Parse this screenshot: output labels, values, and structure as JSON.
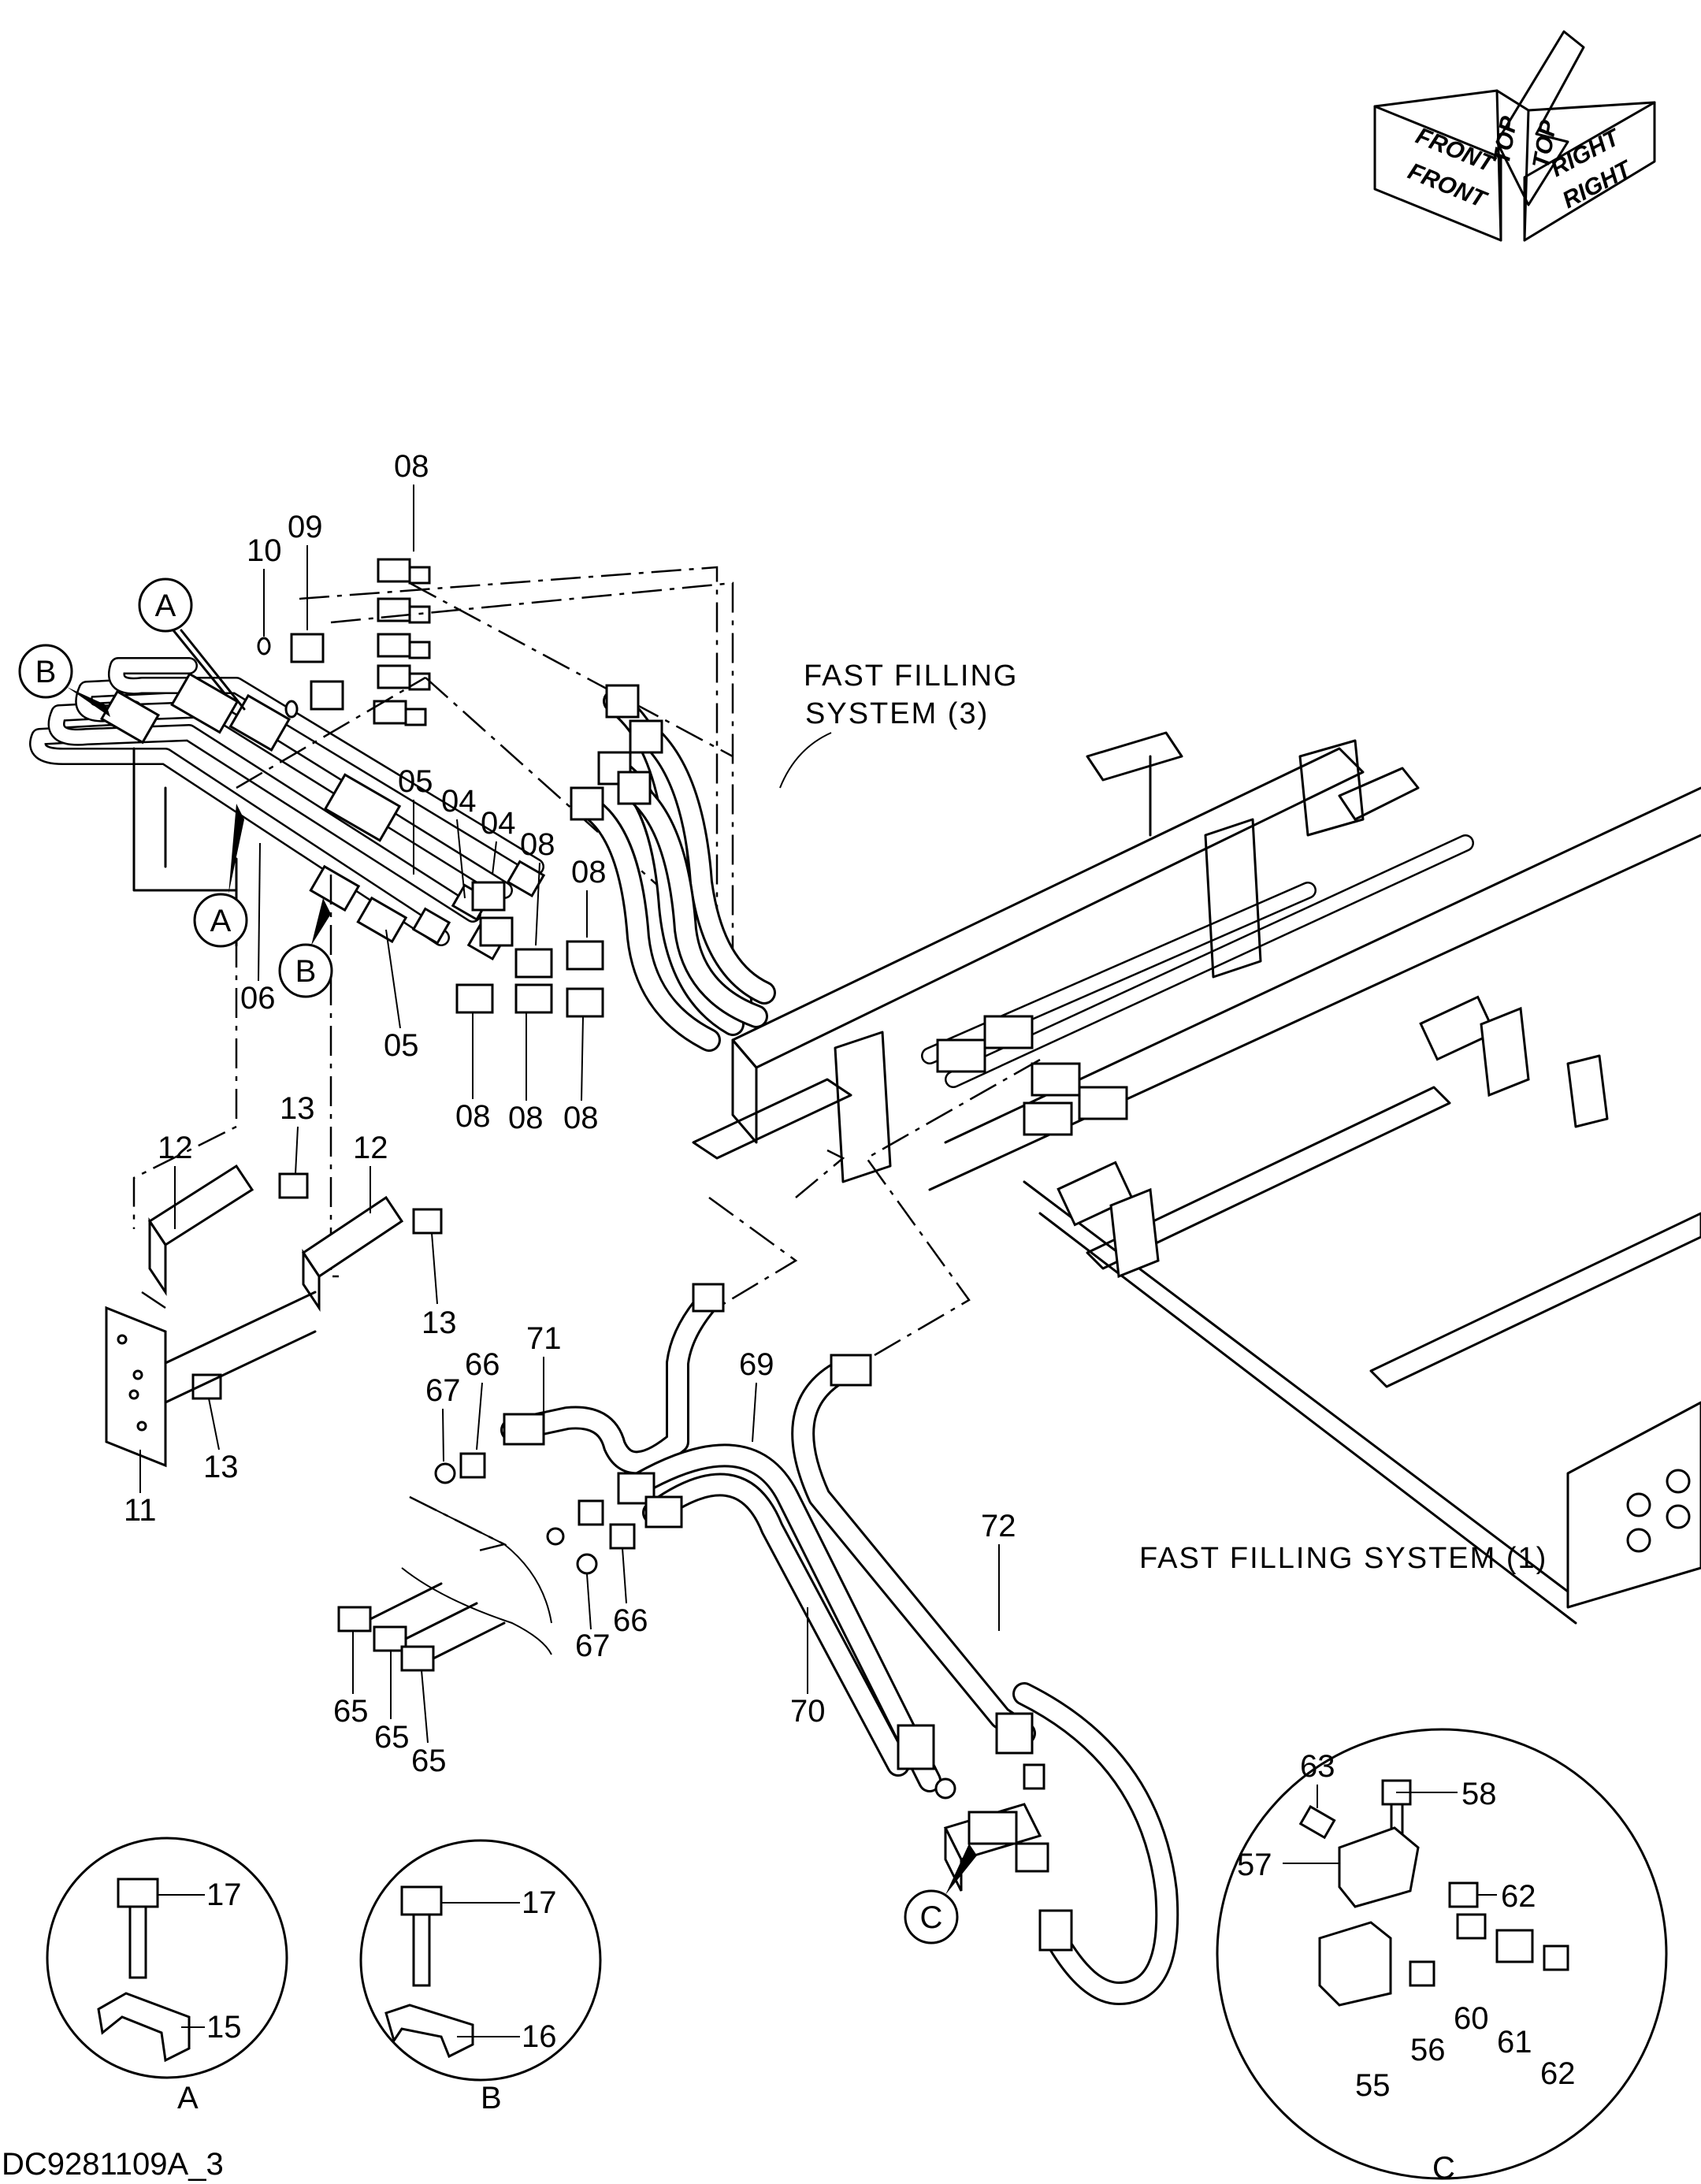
{
  "orientation": {
    "labels": [
      "FRONT",
      "FRONT",
      "TOP",
      "TOP",
      "RIGHT",
      "RIGHT"
    ]
  },
  "callouts": {
    "fast_filling_3": [
      "FAST FILLING",
      "SYSTEM (3)"
    ],
    "fast_filling_1": "FAST FILLING SYSTEM (1)"
  },
  "parts": {
    "p08a": "08",
    "p09": "09",
    "p10": "10",
    "p05a": "05",
    "p04a": "04",
    "p04b": "04",
    "p08b": "08",
    "p08c": "08",
    "p06": "06",
    "p05b": "05",
    "p08d": "08",
    "p08e": "08",
    "p08f": "08",
    "p13a": "13",
    "p12a": "12",
    "p12b": "12",
    "p13b": "13",
    "p13c": "13",
    "p11": "11",
    "p71": "71",
    "p66a": "66",
    "p67a": "67",
    "p69": "69",
    "p72": "72",
    "p66b": "66",
    "p67b": "67",
    "p65a": "65",
    "p65b": "65",
    "p65c": "65",
    "p70": "70",
    "p17a": "17",
    "p15": "15",
    "p17b": "17",
    "p16": "16",
    "p63": "63",
    "p58": "58",
    "p57": "57",
    "p62a": "62",
    "p60": "60",
    "p61": "61",
    "p62b": "62",
    "p56": "56",
    "p55": "55"
  },
  "refs": {
    "A1": "A",
    "A2": "A",
    "B1": "B",
    "B2": "B",
    "C1": "C",
    "detailA": "A",
    "detailB": "B",
    "detailC": "C"
  },
  "drawing_code": "DC9281109A_3"
}
